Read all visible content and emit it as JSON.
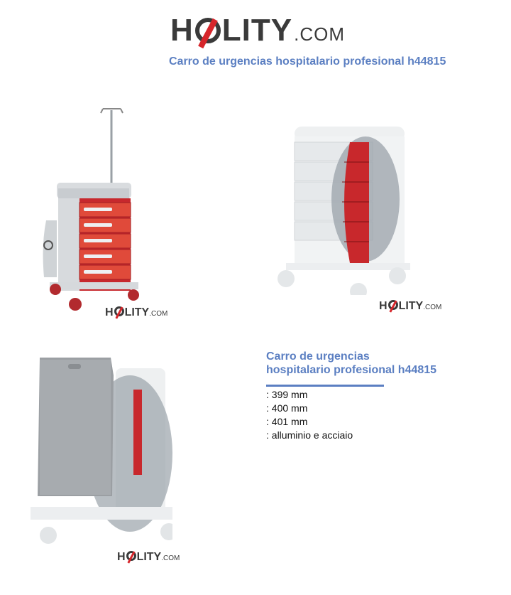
{
  "brand": {
    "name_prefix": "H",
    "name_suffix": "LITY",
    "domain": ".COM"
  },
  "page": {
    "title": "Carro de urgencias hospitalario profesional h44815"
  },
  "info": {
    "title_line1": "Carro de urgencias",
    "title_line2": "hospitalario profesional h44815",
    "specs": [
      ": 399 mm",
      ": 400 mm",
      ": 401 mm",
      ": alluminio e acciaio"
    ]
  },
  "colors": {
    "accent": "#5b7fc2",
    "brand_red": "#d6262b",
    "logo_gray": "#3a3a3a"
  }
}
